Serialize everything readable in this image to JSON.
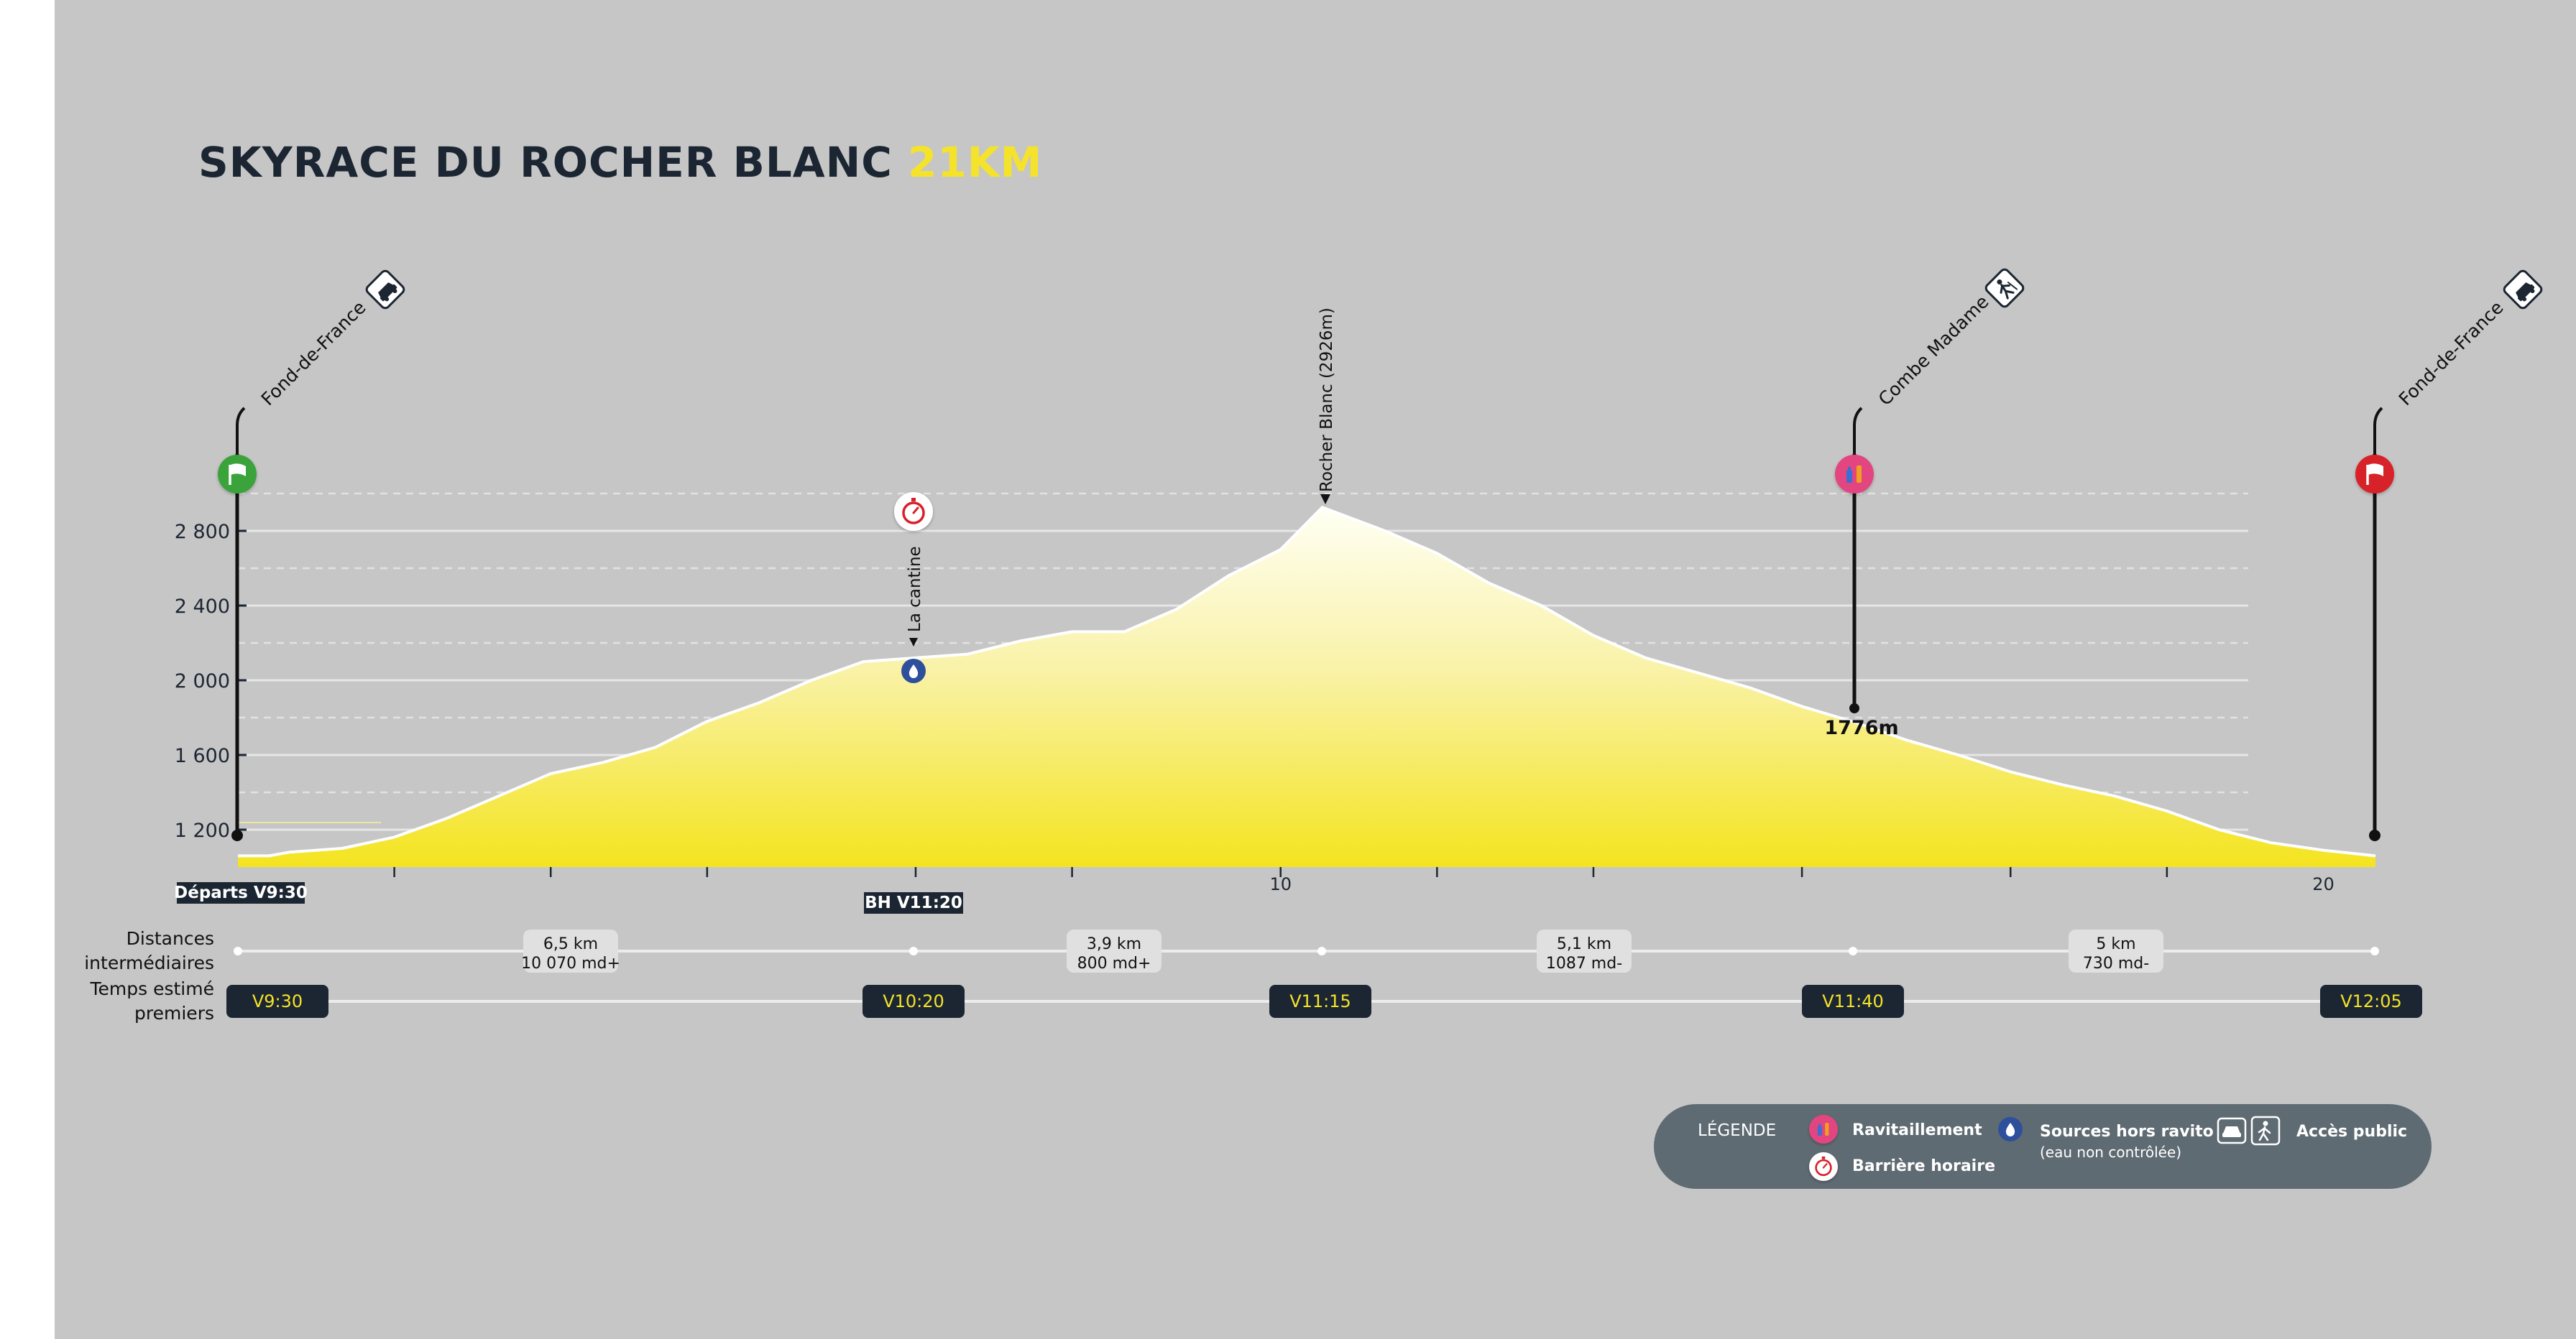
{
  "title": {
    "main": "SKYRACE DU ROCHER BLANC",
    "distance": "21KM"
  },
  "colors": {
    "background": "#c6c6c6",
    "fill_top": "#fffff4",
    "fill_bottom": "#f4e41f",
    "dark": "#1c2632",
    "start_green": "#3aa33a",
    "finish_red": "#d8202a",
    "ravito_pink": "#e2457f",
    "water_blue": "#2e4f9c",
    "legend_bg": "#5f6b72",
    "accent_yellow": "#f4e32a"
  },
  "chart_data": {
    "type": "area",
    "title": "SKYRACE DU ROCHER BLANC 21KM",
    "xlabel": "",
    "ylabel": "",
    "xlim": [
      0,
      20.5
    ],
    "ylim": [
      1000,
      3000
    ],
    "x_ticks": [
      10,
      20
    ],
    "y_ticks": [
      1200,
      1600,
      2000,
      2400,
      2800
    ],
    "y_tick_labels": [
      "1 200",
      "1 600",
      "2 000",
      "2 400",
      "2 800"
    ],
    "grid": true,
    "series": [
      {
        "x": [
          0,
          0.3,
          0.5,
          1,
          1.5,
          2,
          2.5,
          3,
          3.5,
          4,
          4.5,
          5,
          5.5,
          6,
          6.5,
          7,
          7.5,
          8,
          8.5,
          9,
          9.5,
          10,
          10.4,
          11,
          11.5,
          12,
          12.5,
          13,
          13.5,
          14,
          14.5,
          15,
          15.5,
          16,
          16.5,
          17,
          17.5,
          18,
          18.5,
          19,
          19.5,
          20,
          20.5
        ],
        "y": [
          1060,
          1060,
          1080,
          1100,
          1160,
          1260,
          1380,
          1500,
          1560,
          1640,
          1780,
          1880,
          2000,
          2100,
          2120,
          2140,
          2210,
          2260,
          2260,
          2380,
          2560,
          2700,
          2926,
          2800,
          2680,
          2520,
          2400,
          2240,
          2120,
          2040,
          1960,
          1860,
          1776,
          1680,
          1600,
          1510,
          1440,
          1380,
          1300,
          1200,
          1130,
          1090,
          1060
        ]
      }
    ],
    "waypoints": [
      {
        "name": "Fond-de-France",
        "km": 0,
        "alt": 1060,
        "type": "start",
        "access": "car"
      },
      {
        "name": "La cantine",
        "km": 6.5,
        "alt": 2100,
        "type": "water",
        "barrier": "BH V11:20"
      },
      {
        "name": "Rocher Blanc (2926m)",
        "km": 10.4,
        "alt": 2926,
        "type": "summit"
      },
      {
        "name": "Combe Madame",
        "km": 15.5,
        "alt": 1776,
        "type": "ravito",
        "access": "hiker",
        "alt_label": "1776m"
      },
      {
        "name": "Fond-de-France",
        "km": 20.5,
        "alt": 1060,
        "type": "finish",
        "access": "car"
      }
    ],
    "start_label": "Départs V9:30",
    "barrier_label": "BH V11:20",
    "distances_label": [
      "Distances",
      "intermédiaires"
    ],
    "times_label": [
      "Temps estimé",
      "premiers"
    ],
    "segments": [
      {
        "distance": "6,5 km",
        "elevation": "10 070 md+"
      },
      {
        "distance": "3,9 km",
        "elevation": "800 md+"
      },
      {
        "distance": "5,1 km",
        "elevation": "1087 md-"
      },
      {
        "distance": "5 km",
        "elevation": "730 md-"
      }
    ],
    "times": [
      "V9:30",
      "V10:20",
      "V11:15",
      "V11:40",
      "V12:05"
    ]
  },
  "legend": {
    "title": "LÉGENDE",
    "ravito": "Ravitaillement",
    "barrier": "Barrière horaire",
    "water": "Sources hors ravito",
    "water_note": "(eau non contrôlée)",
    "access": "Accès public"
  }
}
